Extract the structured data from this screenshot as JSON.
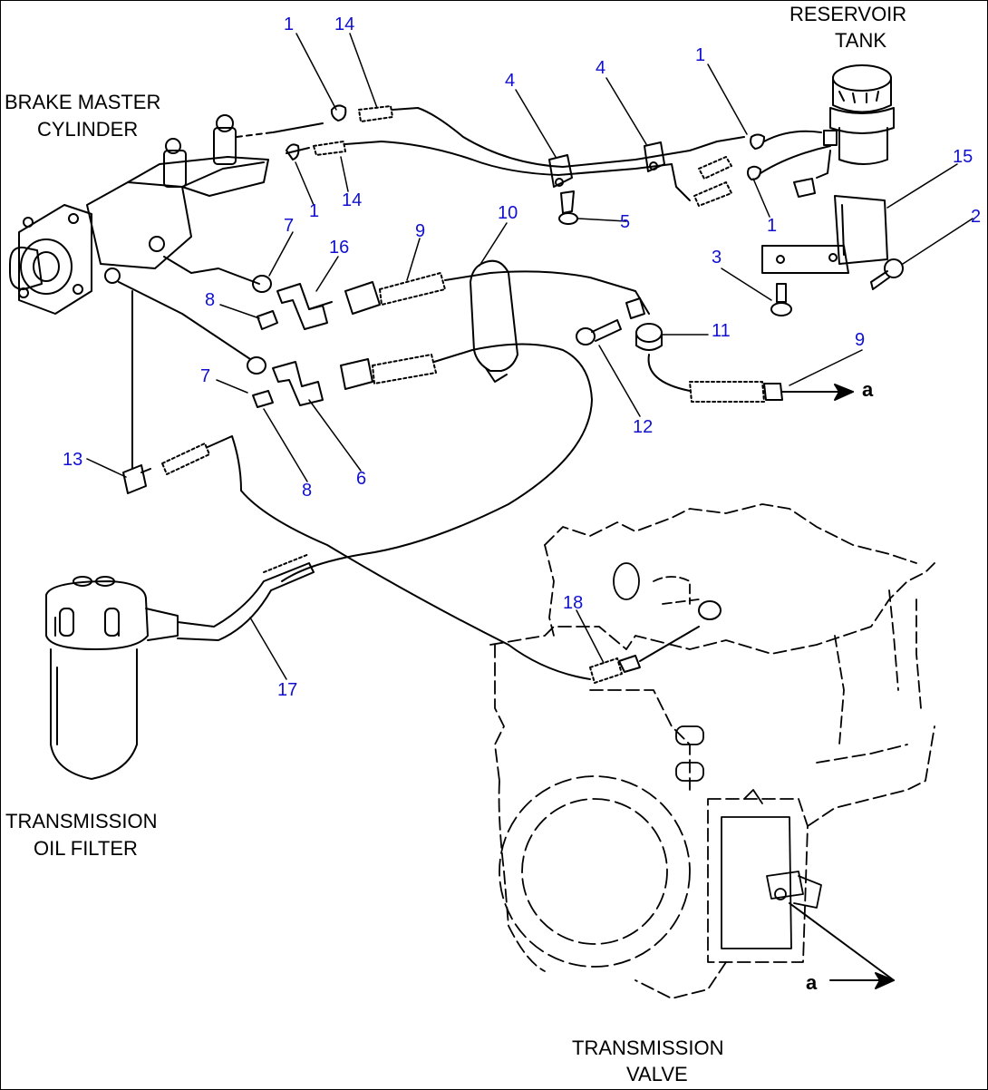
{
  "labels": {
    "reservoir_tank_line1": "RESERVOIR",
    "reservoir_tank_line2": "TANK",
    "brake_master_line1": "BRAKE MASTER",
    "brake_master_line2": "CYLINDER",
    "trans_filter_line1": "TRANSMISSION",
    "trans_filter_line2": "OIL FILTER",
    "trans_valve_line1": "TRANSMISSION",
    "trans_valve_line2": "VALVE"
  },
  "connection_marker": "a",
  "callouts": {
    "c1a": "1",
    "c14a": "14",
    "c1b": "1",
    "c14b": "14",
    "c4a": "4",
    "c4b": "4",
    "c1c": "1",
    "c1d": "1",
    "c15": "15",
    "c2": "2",
    "c3": "3",
    "c5": "5",
    "c10": "10",
    "c9a": "9",
    "c16": "16",
    "c7a": "7",
    "c8a": "8",
    "c11": "11",
    "c12": "12",
    "c9b": "9",
    "c7b": "7",
    "c8b": "8",
    "c6": "6",
    "c13": "13",
    "c17": "17",
    "c18": "18"
  }
}
